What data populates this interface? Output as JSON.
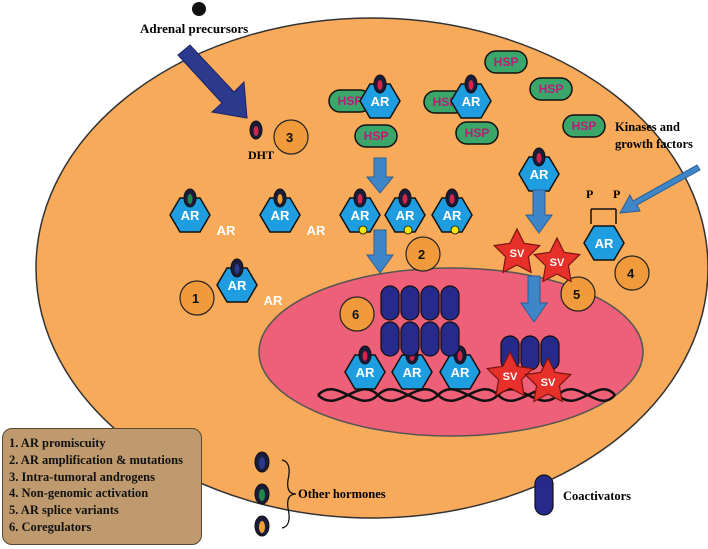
{
  "labels": {
    "adrenal": "Adrenal precursors",
    "dht": "DHT",
    "kinases_line1": "Kinases and",
    "kinases_line2": "growth factors",
    "ar": "AR",
    "hsp": "HSP",
    "sv": "SV",
    "p": "P",
    "other_hormones": "Other hormones",
    "coactivators": "Coactivators"
  },
  "mechanism_numbers": [
    "1",
    "2",
    "3",
    "4",
    "5",
    "6"
  ],
  "legend_items": [
    "1. AR promiscuity",
    "2. AR amplification & mutations",
    "3. Intra-tumoral androgens",
    "4. Non-genomic activation",
    "5. AR splice variants",
    "6. Coregulators"
  ],
  "colors": {
    "cell": "#f7aa5a",
    "nucleus": "#ee5f78",
    "ar": "#1e9ee0",
    "hsp": "#3aa66a",
    "sv": "#e8302a",
    "coactivator": "#262a8a",
    "arrow": "#3f86c8",
    "number_circle": "#f09a3c",
    "legend_bg": "#bf9a6e"
  }
}
